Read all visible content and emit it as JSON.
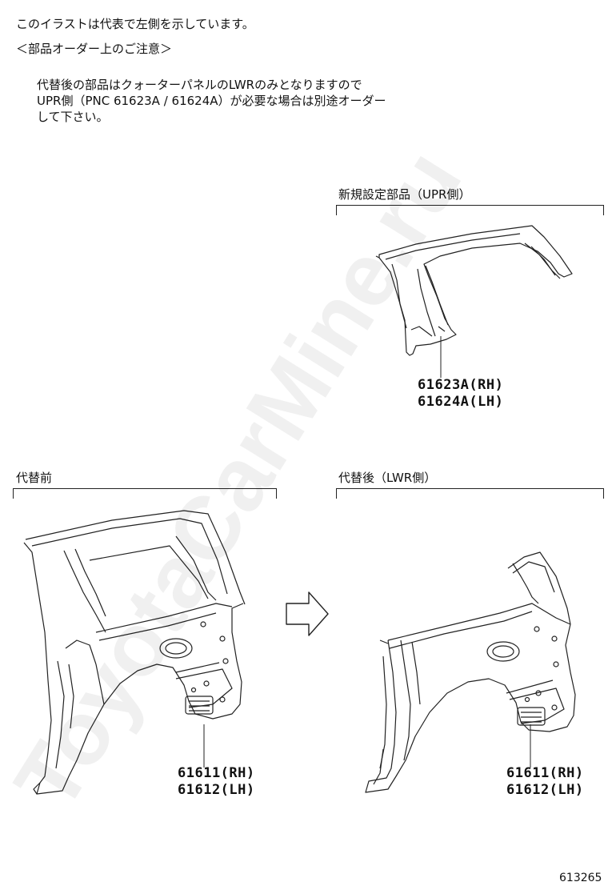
{
  "header": {
    "line1": "このイラストは代表で左側を示しています。",
    "line2": "＜部品オーダー上のご注意＞",
    "note1": "代替後の部品はクォーターパネルのLWRのみとなりますので",
    "note2": "UPR側（PNC 61623A / 61624A）が必要な場合は別途オーダー",
    "note3": "して下さい。"
  },
  "sections": {
    "new_part": {
      "label": "新規設定部品（UPR側）",
      "part_rh": "61623A(RH)",
      "part_lh": "61624A(LH)"
    },
    "before": {
      "label": "代替前",
      "part_rh": "61611(RH)",
      "part_lh": "61612(LH)"
    },
    "after": {
      "label": "代替後（LWR側）",
      "part_rh": "61611(RH)",
      "part_lh": "61612(LH)"
    }
  },
  "watermark": "ToyotaCarMine.ru",
  "figure_id": "613265"
}
